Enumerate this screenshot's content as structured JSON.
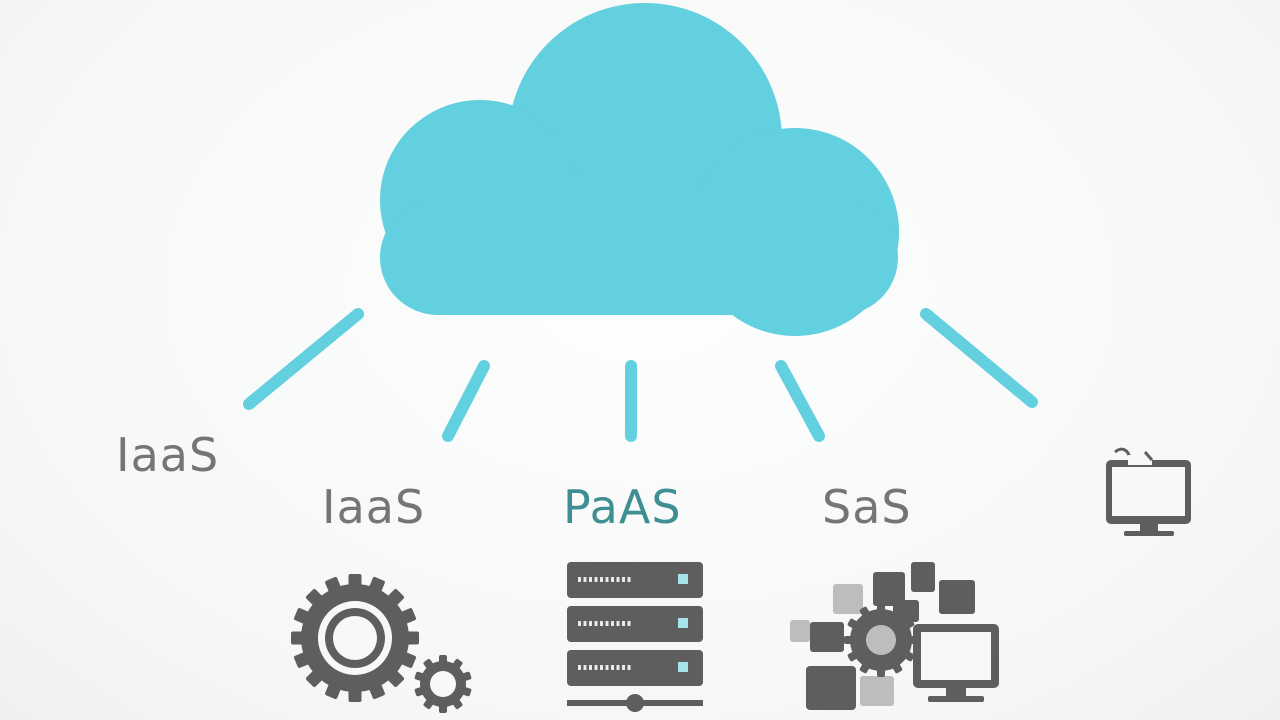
{
  "labels": [
    {
      "text": "IaaS",
      "color": "#757575"
    },
    {
      "text": "IaaS",
      "color": "#757575"
    },
    {
      "text": "PaAS",
      "color": "#3f8f92"
    },
    {
      "text": "SaS",
      "color": "#757575"
    }
  ],
  "colors": {
    "cloud": "#62d0de",
    "connector": "#62d0de",
    "icon": "#5e5e5e",
    "icon_light": "#bdbdbd",
    "server_led": "#a7e4ea",
    "background": "#f7f8f8"
  },
  "icons": [
    "cloud-icon",
    "gears-icon",
    "server-rack-icon",
    "software-collage-icon",
    "monitor-icon"
  ]
}
